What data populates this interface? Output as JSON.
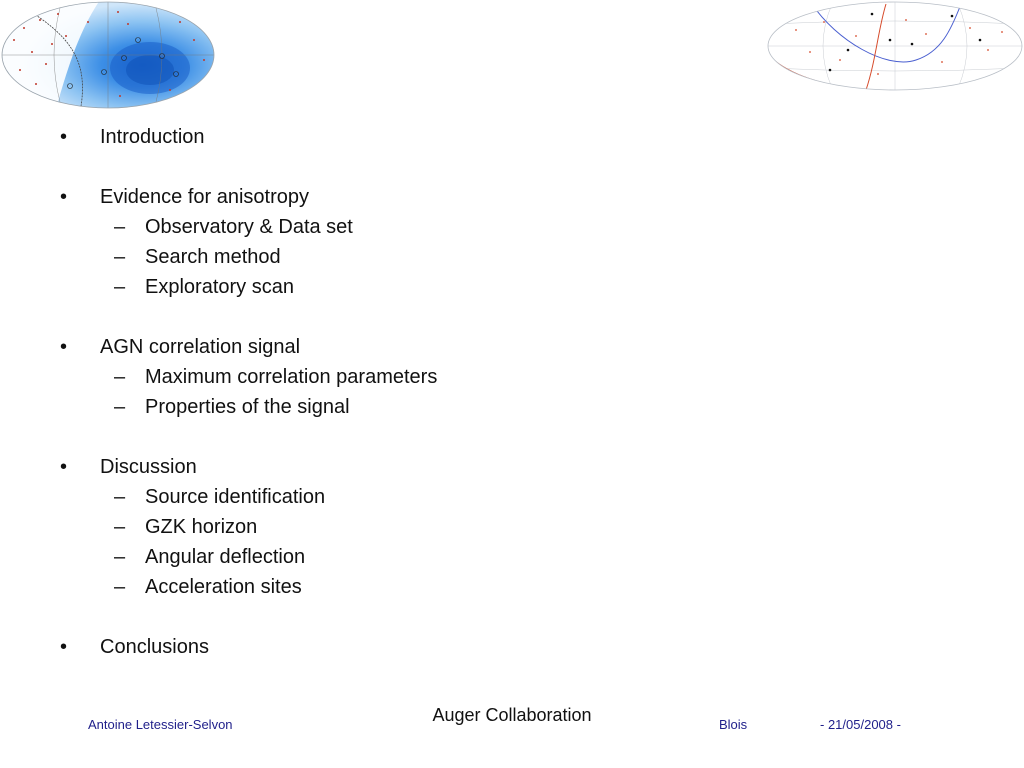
{
  "outline": [
    {
      "level": 1,
      "marker": "•",
      "text": "Introduction"
    },
    {
      "level": 1,
      "marker": "•",
      "text": "Evidence for anisotropy"
    },
    {
      "level": 2,
      "marker": "–",
      "text": "Observatory & Data set"
    },
    {
      "level": 2,
      "marker": "–",
      "text": "Search method"
    },
    {
      "level": 2,
      "marker": "–",
      "text": "Exploratory scan"
    },
    {
      "level": 1,
      "marker": "•",
      "text": "AGN correlation signal"
    },
    {
      "level": 2,
      "marker": "–",
      "text": "Maximum correlation parameters"
    },
    {
      "level": 2,
      "marker": "–",
      "text": "Properties of the signal"
    },
    {
      "level": 1,
      "marker": "•",
      "text": "Discussion"
    },
    {
      "level": 2,
      "marker": "–",
      "text": "Source identification"
    },
    {
      "level": 2,
      "marker": "–",
      "text": "GZK horizon"
    },
    {
      "level": 2,
      "marker": "–",
      "text": "Angular deflection"
    },
    {
      "level": 2,
      "marker": "–",
      "text": "Acceleration sites"
    },
    {
      "level": 1,
      "marker": "•",
      "text": "Conclusions"
    }
  ],
  "footer": {
    "center": "Auger Collaboration",
    "author": "Antoine Letessier-Selvon",
    "location": "Blois",
    "date": "- 21/05/2008 -"
  },
  "colors": {
    "footer_text": "#1f1f8a",
    "skymap_blue": "#2a7de0",
    "skymap_light": "#d6ebfa"
  },
  "icons": [
    "skymap-exposure-image",
    "skymap-events-image"
  ]
}
